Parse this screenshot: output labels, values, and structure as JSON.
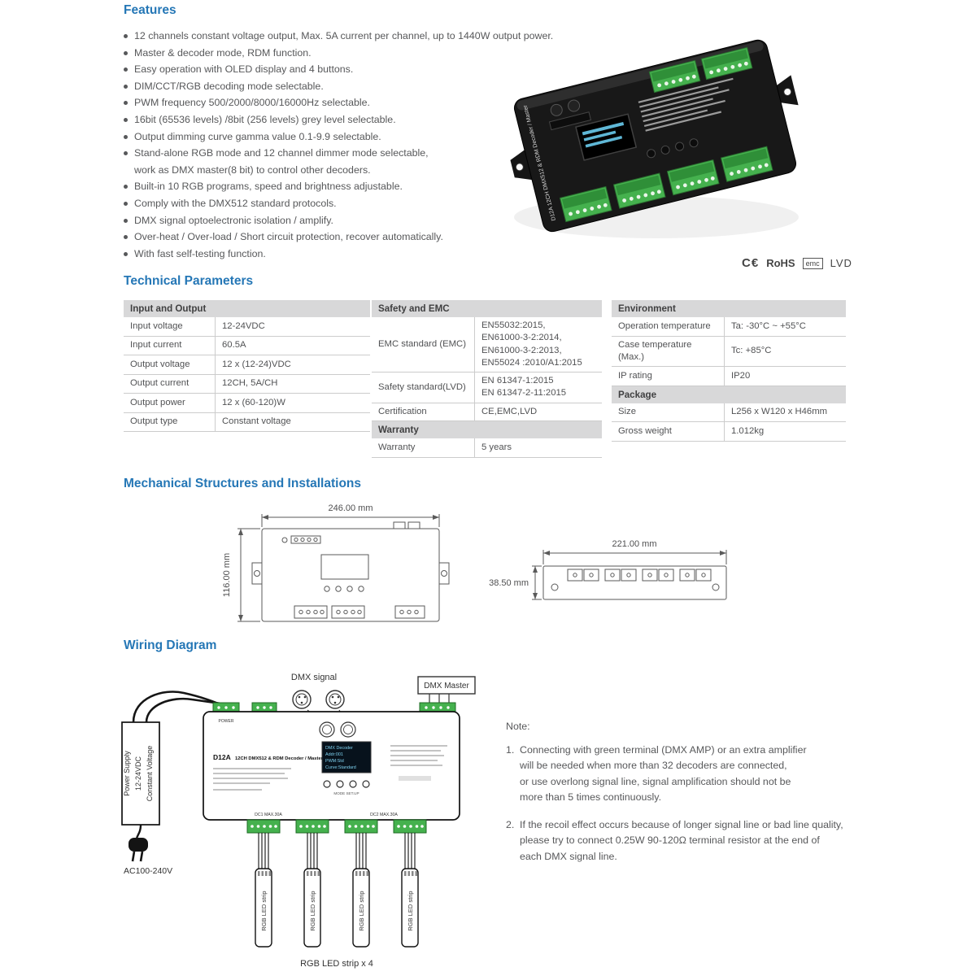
{
  "features": {
    "title": "Features",
    "items": [
      "12 channels constant voltage output, Max. 5A current per channel, up to 1440W output power.",
      "Master & decoder mode, RDM function.",
      "Easy operation with OLED display and 4 buttons.",
      "DIM/CCT/RGB decoding mode selectable.",
      "PWM frequency 500/2000/8000/16000Hz selectable.",
      "16bit (65536 levels) /8bit (256 levels) grey level selectable.",
      "Output dimming curve gamma value 0.1-9.9 selectable.",
      "Stand-alone RGB mode and 12 channel dimmer mode selectable,",
      "work as DMX master(8 bit) to control other decoders.",
      "Built-in 10 RGB programs, speed and brightness adjustable.",
      "Comply with the DMX512 standard protocols.",
      "DMX signal optoelectronic isolation / amplify.",
      "Over-heat / Over-load / Short circuit protection, recover automatically.",
      "With fast self-testing function."
    ]
  },
  "product_photo": {
    "label": "D12A 12CH DMX512 & RDM Decoder / Master"
  },
  "certs": {
    "ce": "C€",
    "rohs": "RoHS",
    "emc": "emc",
    "lvd": "LVD"
  },
  "technical": {
    "title": "Technical Parameters",
    "input_output": {
      "header": "Input and Output",
      "rows": [
        {
          "label": "Input voltage",
          "value": "12-24VDC"
        },
        {
          "label": "Input current",
          "value": "60.5A"
        },
        {
          "label": "Output voltage",
          "value": "12 x (12-24)VDC"
        },
        {
          "label": "Output current",
          "value": "12CH, 5A/CH"
        },
        {
          "label": "Output power",
          "value": "12 x (60-120)W"
        },
        {
          "label": "Output type",
          "value": "Constant voltage"
        }
      ]
    },
    "safety_emc": {
      "header": "Safety and EMC",
      "rows": [
        {
          "label": "EMC standard (EMC)",
          "value": "EN55032:2015,\nEN61000-3-2:2014,\nEN61000-3-2:2013,\nEN55024 :2010/A1:2015"
        },
        {
          "label": "Safety standard(LVD)",
          "value": "EN 61347-1:2015\nEN 61347-2-11:2015"
        },
        {
          "label": "Certification",
          "value": "CE,EMC,LVD"
        }
      ],
      "warranty_header": "Warranty",
      "warranty_rows": [
        {
          "label": "Warranty",
          "value": "5 years"
        }
      ]
    },
    "environment": {
      "header": "Environment",
      "rows": [
        {
          "label": "Operation temperature",
          "value": "Ta: -30°C ~ +55°C"
        },
        {
          "label": "Case temperature (Max.)",
          "value": "Tc: +85°C"
        },
        {
          "label": "IP rating",
          "value": "IP20"
        }
      ],
      "package_header": "Package",
      "package_rows": [
        {
          "label": "Size",
          "value": "L256 x W120 x H46mm"
        },
        {
          "label": "Gross weight",
          "value": "1.012kg"
        }
      ]
    }
  },
  "mechanical": {
    "title": "Mechanical Structures and Installations",
    "front_width": "246.00 mm",
    "front_height": "116.00 mm",
    "depth": "38.50 mm",
    "bottom_width": "221.00 mm"
  },
  "wiring": {
    "title": "Wiring Diagram",
    "dmx_signal": "DMX signal",
    "dmx_master": "DMX Master",
    "power_line1": "Power Supply",
    "power_line2": "12-24VDC",
    "power_line3": "Constant Voltage",
    "ac_input": "AC100-240V",
    "device_model": "D12A",
    "device_desc": "12CH DMX512 & RDM Decoder / Master",
    "power_label": "POWER",
    "oled": [
      "DMX Decoder",
      "Addr:001",
      "PWM:Std",
      "Curve:Standard"
    ],
    "buttons_label": "MODE  SET.UP",
    "dc1_label": "DC1 MAX.30A",
    "dc2_label": "DC2 MAX.30A",
    "strip_label": "RGB LED strip",
    "strips_caption": "RGB LED strip x 4"
  },
  "note": {
    "title": "Note:",
    "items": [
      {
        "num": "1.",
        "text": "Connecting with green terminal (DMX AMP) or an extra amplifier\nwill be needed when more than 32 decoders are connected,\nor use overlong signal line, signal amplification should not be\nmore than 5 times continuously."
      },
      {
        "num": "2.",
        "text": "If the recoil effect occurs because of longer signal line or bad line quality,\nplease try to connect 0.25W 90-120Ω terminal resistor at the end of\neach DMX signal line."
      }
    ]
  }
}
